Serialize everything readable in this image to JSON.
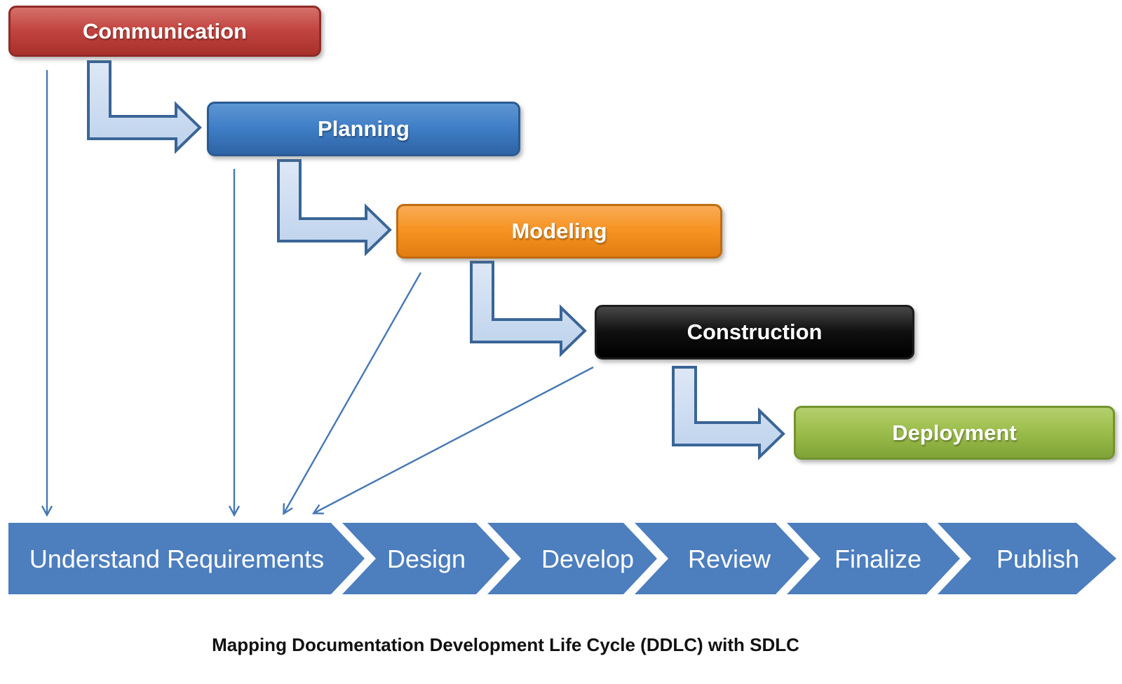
{
  "caption": "Mapping Documentation Development Life Cycle (DDLC) with SDLC",
  "ddlc_stages": [
    {
      "label": "Communication",
      "gloss": "#D4706A",
      "fill": "#C24440",
      "shade": "#A8302B",
      "border": "#8F2B27"
    },
    {
      "label": "Planning",
      "gloss": "#5E96D2",
      "fill": "#3F7EC6",
      "shade": "#2E63A4",
      "border": "#2A5A94"
    },
    {
      "label": "Modeling",
      "gloss": "#F9AB56",
      "fill": "#F69321",
      "shade": "#E27D12",
      "border": "#C06C10"
    },
    {
      "label": "Construction",
      "gloss": "#484848",
      "fill": "#101010",
      "shade": "#000000",
      "border": "#1C1C1C"
    },
    {
      "label": "Deployment",
      "gloss": "#B4CF6E",
      "fill": "#9CBD4B",
      "shade": "#7FA338",
      "border": "#72942F"
    }
  ],
  "sdlc_steps": [
    "Understand Requirements",
    "Design",
    "Develop",
    "Review",
    "Finalize",
    "Publish"
  ],
  "bar": {
    "fill": "#4D7EBE",
    "text_color": "#FFFFFF"
  },
  "connector": {
    "stroke": "#4678B4"
  },
  "elbow": {
    "fill_top": "#DEE8F6",
    "fill_bottom": "#BDD2EC",
    "stroke": "#3A6596"
  }
}
